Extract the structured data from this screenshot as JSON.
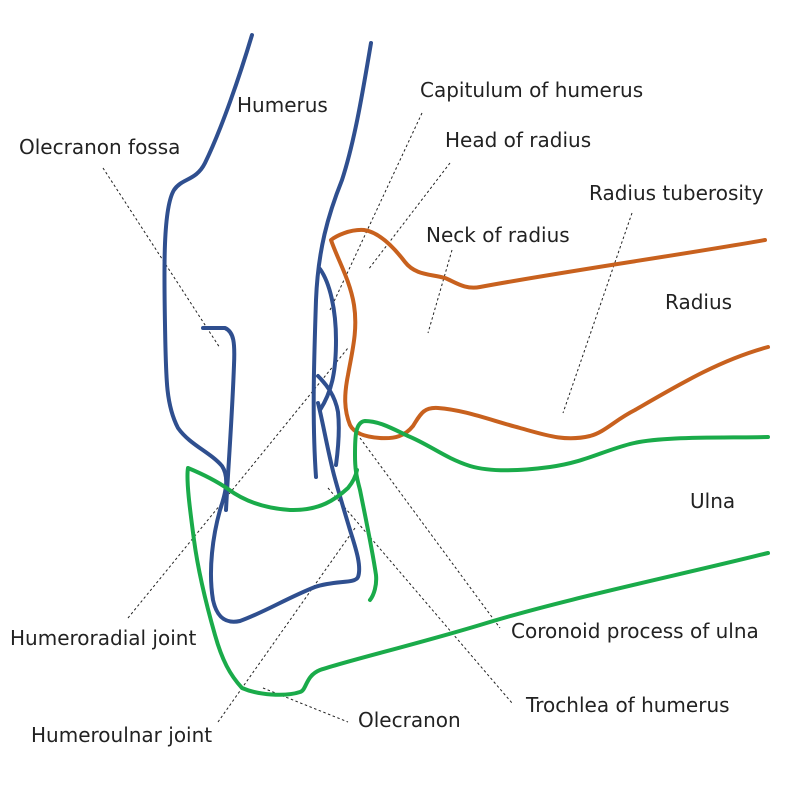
{
  "colors": {
    "humerus": "#2f4f8f",
    "radius": "#c8611e",
    "ulna": "#1aab4a",
    "leader": "#222222",
    "text": "#222222"
  },
  "labels": {
    "humerus": "Humerus",
    "olecranon_fossa": "Olecranon fossa",
    "capitulum_of_humerus": "Capitulum of humerus",
    "head_of_radius": "Head of radius",
    "radius_tuberosity": "Radius tuberosity",
    "neck_of_radius": "Neck of radius",
    "radius": "Radius",
    "ulna": "Ulna",
    "coronoid_process_of_ulna": "Coronoid process of ulna",
    "humeroradial_joint": "Humeroradial joint",
    "trochlea_of_humerus": "Trochlea of humerus",
    "olecranon": "Olecranon",
    "humeroulnar_joint": "Humeroulnar joint"
  }
}
